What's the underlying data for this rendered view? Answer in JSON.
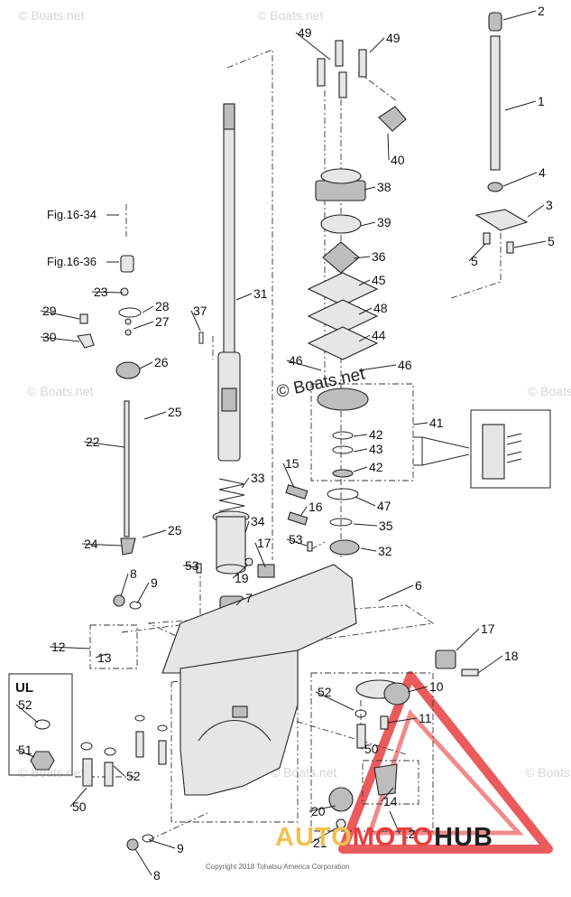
{
  "callouts": [
    "1",
    "2",
    "3",
    "4",
    "5",
    "5",
    "6",
    "7",
    "8",
    "8",
    "9",
    "9",
    "10",
    "11",
    "12",
    "12",
    "13",
    "14",
    "15",
    "16",
    "17",
    "17",
    "18",
    "19",
    "20",
    "21",
    "22",
    "23",
    "24",
    "25",
    "25",
    "26",
    "27",
    "28",
    "29",
    "30",
    "31",
    "32",
    "33",
    "34",
    "35",
    "36",
    "37",
    "38",
    "39",
    "40",
    "41",
    "42",
    "42",
    "43",
    "44",
    "45",
    "46",
    "46",
    "47",
    "48",
    "49",
    "49",
    "50",
    "50",
    "51",
    "52",
    "52",
    "52",
    "53",
    "53"
  ],
  "refs": [
    "Fig.16-34",
    "Fig.16-36"
  ],
  "inset_label": "UL",
  "watermarks": [
    "© Boats.net",
    "© Boats.net",
    "© Boats.net",
    "© Boats.net",
    "© Boats.net",
    "© Boats.net",
    "© Boats.net"
  ],
  "center_watermark": "© Boats.net",
  "copyright": "Copyright 2018 Tohatsu America Corporation",
  "brand": {
    "part1": "AUTO",
    "part2": "MOTO",
    "part3": "HUB",
    "colors": {
      "auto": "#f2c14e",
      "moto": "#e83e3e",
      "hub": "#1f1f1f",
      "triangle": "#e83e3e"
    }
  }
}
